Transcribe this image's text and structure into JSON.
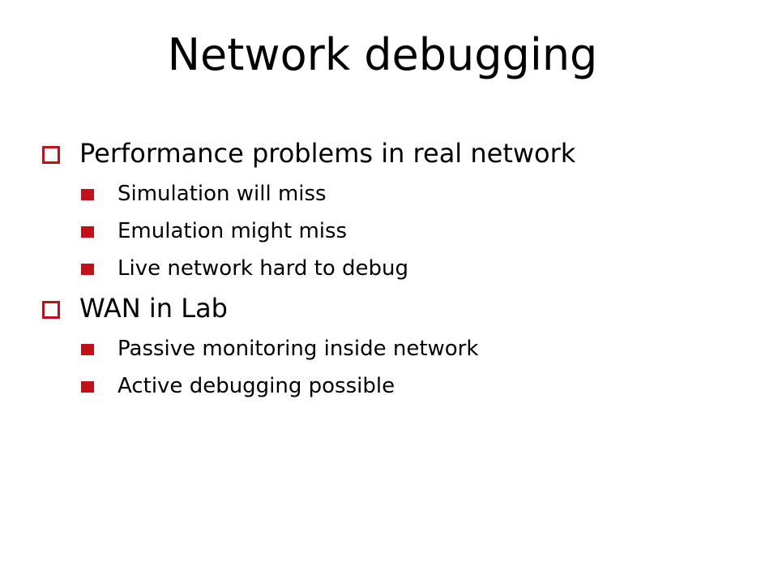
{
  "slide": {
    "title": "Network debugging",
    "accent_color": "#c0101a",
    "bullets": [
      {
        "text": "Performance problems in real network",
        "icon": "hollow-square-bullet-icon",
        "sub": [
          {
            "text": "Simulation will miss",
            "icon": "filled-square-bullet-icon"
          },
          {
            "text": "Emulation might miss",
            "icon": "filled-square-bullet-icon"
          },
          {
            "text": "Live network hard to debug",
            "icon": "filled-square-bullet-icon"
          }
        ]
      },
      {
        "text": "WAN in Lab",
        "icon": "hollow-square-bullet-icon",
        "sub": [
          {
            "text": "Passive monitoring inside network",
            "icon": "filled-square-bullet-icon"
          },
          {
            "text": "Active debugging possible",
            "icon": "filled-square-bullet-icon"
          }
        ]
      }
    ]
  }
}
